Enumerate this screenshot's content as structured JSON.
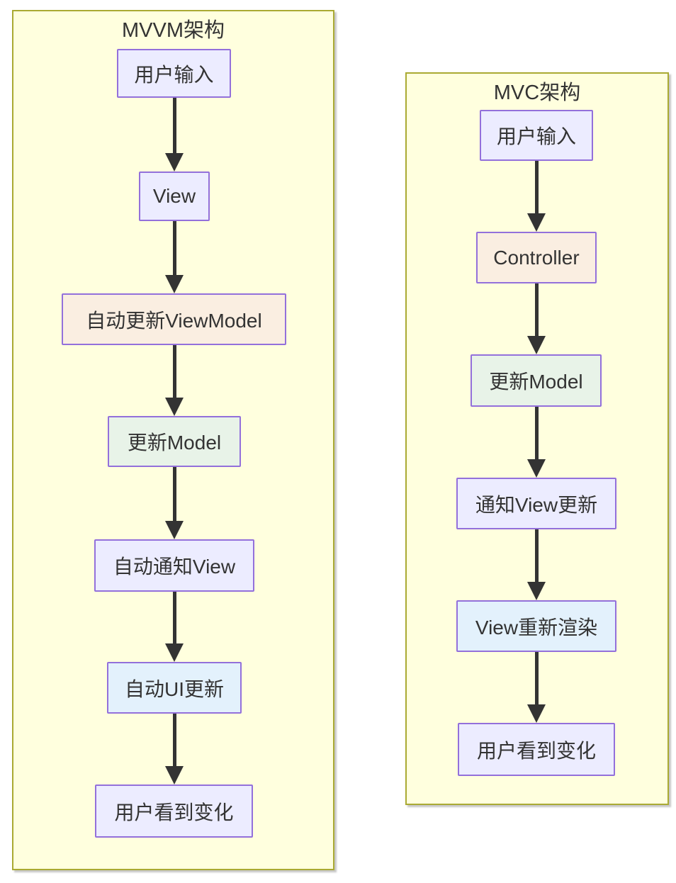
{
  "diagram": {
    "mvvm": {
      "title": "MVVM架构",
      "nodes": [
        {
          "label": "用户输入",
          "type": "lavender"
        },
        {
          "label": "View",
          "type": "lavender"
        },
        {
          "label": "自动更新ViewModel",
          "type": "peach"
        },
        {
          "label": "更新Model",
          "type": "mint"
        },
        {
          "label": "自动通知View",
          "type": "lavender"
        },
        {
          "label": "自动UI更新",
          "type": "blue"
        },
        {
          "label": "用户看到变化",
          "type": "lavender"
        }
      ]
    },
    "mvc": {
      "title": "MVC架构",
      "nodes": [
        {
          "label": "用户输入",
          "type": "lavender"
        },
        {
          "label": "Controller",
          "type": "peach"
        },
        {
          "label": "更新Model",
          "type": "mint"
        },
        {
          "label": "通知View更新",
          "type": "lavender"
        },
        {
          "label": "View重新渲染",
          "type": "blue"
        },
        {
          "label": "用户看到变化",
          "type": "lavender"
        }
      ]
    },
    "colors": {
      "canvas_background": "#ffffff",
      "cluster_fill": "#ffffde",
      "cluster_border": "#aaaa33",
      "node_border": "#9370db",
      "node_fill_lavender": "#ececff",
      "node_fill_peach": "#faeee1",
      "node_fill_mint": "#e8f3e8",
      "node_fill_blue": "#e3f1fc",
      "arrow_color": "#333333",
      "text_color": "#333333"
    }
  }
}
